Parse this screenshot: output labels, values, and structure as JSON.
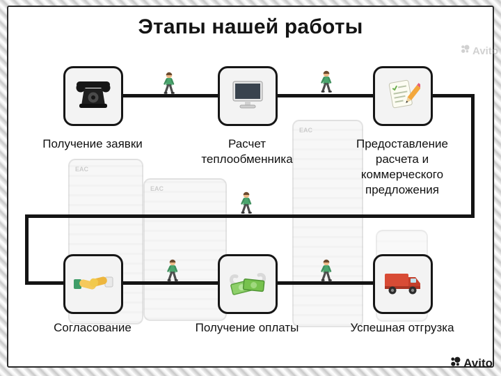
{
  "page": {
    "title": "Этапы нашей работы",
    "watermark": "Avito",
    "plate_mark": "EAC"
  },
  "steps": [
    {
      "label": "Получение заявки",
      "icon": "phone-icon"
    },
    {
      "label": "Расчет теплообменника",
      "icon": "computer-icon"
    },
    {
      "label": "Предоставление расчета и коммерческого предложения",
      "icon": "document-pencil-icon"
    },
    {
      "label": "Согласование",
      "icon": "handshake-icon"
    },
    {
      "label": "Получение оплаты",
      "icon": "money-icon"
    },
    {
      "label": "Успешная отгрузка",
      "icon": "truck-icon"
    }
  ],
  "colors": {
    "line": "#141414",
    "box_border": "#161616",
    "box_fill": "#f3f3f3",
    "person_green": "#4aa56d",
    "truck_red": "#d84b35",
    "money_green": "#77c24e",
    "pencil_orange": "#f3a73c",
    "handshake_yellow": "#f2c94c"
  }
}
